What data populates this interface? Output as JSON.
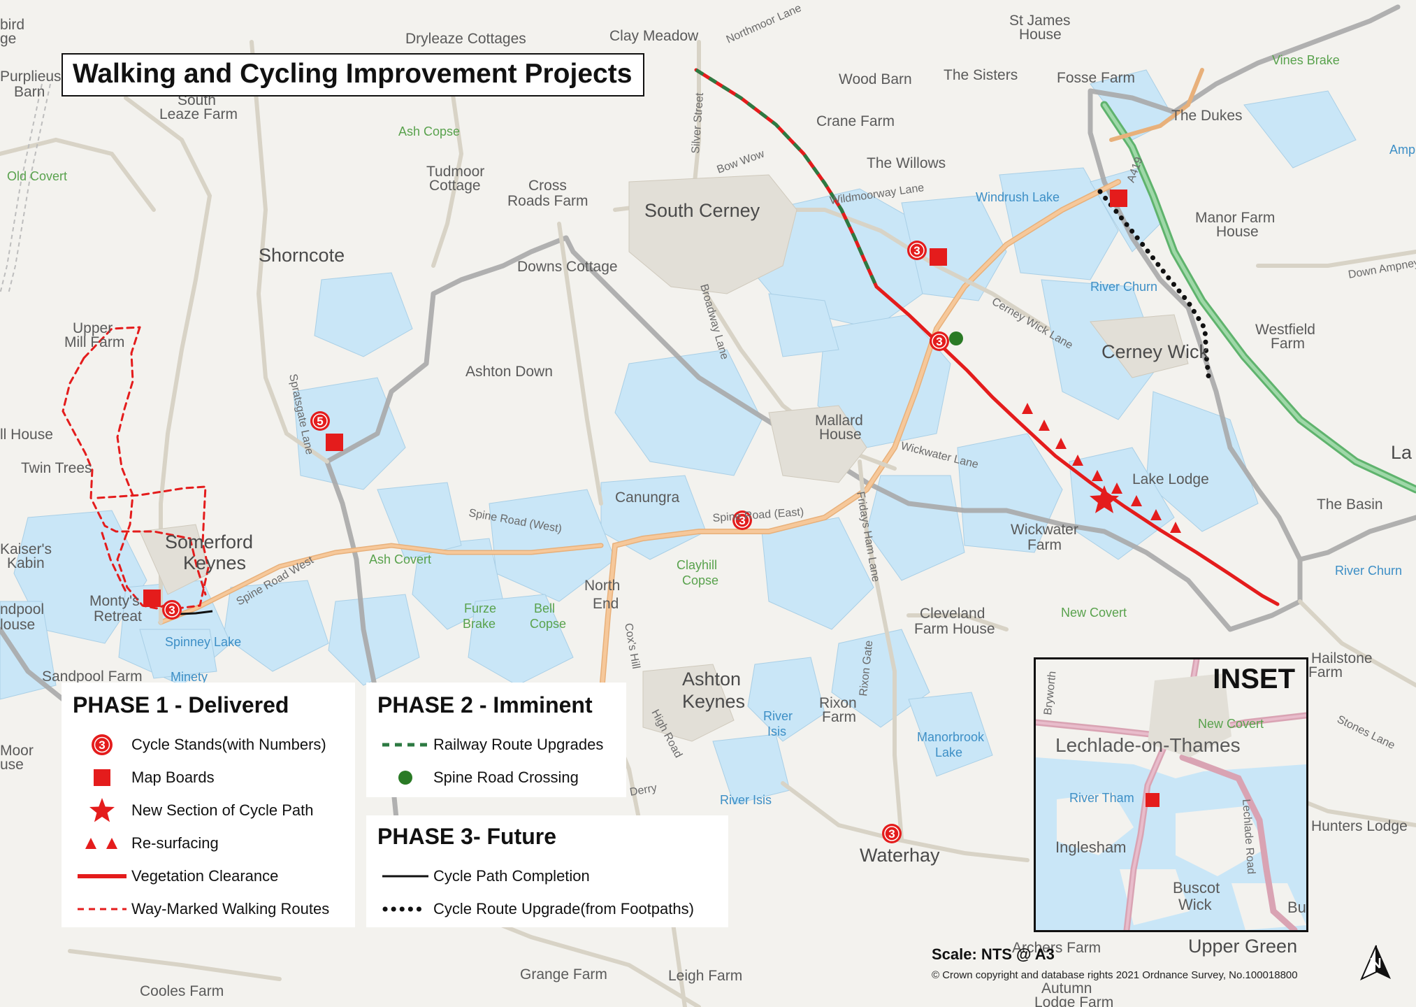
{
  "title": "Walking and Cycling Improvement Projects",
  "colors": {
    "route_red": "#e41c1c",
    "railway_green": "#2d7a42",
    "spine_crossing": "#2a7a25",
    "lake_blue": "#c9e6f7",
    "boundary_grey": "#a9a9a9",
    "main_road": "#f2a960",
    "a419_green": "#6cbe78"
  },
  "icons": {
    "cycle_stand": "numbered-red-circle",
    "map_board": "red-square",
    "new_path": "red-star",
    "resurfacing": "red-triangle",
    "spine_crossing": "green-dot",
    "north": "north-arrow"
  },
  "legend": {
    "phase1": {
      "heading": "PHASE 1 - Delivered",
      "items": [
        {
          "label": "Cycle Stands(with Numbers)",
          "symbol_number": "3"
        },
        {
          "label": "Map Boards"
        },
        {
          "label": "New Section of Cycle Path"
        },
        {
          "label": "Re-surfacing"
        },
        {
          "label": "Vegetation Clearance"
        },
        {
          "label": "Way-Marked Walking Routes"
        }
      ]
    },
    "phase2": {
      "heading": "PHASE 2 - Imminent",
      "items": [
        {
          "label": "Railway Route Upgrades"
        },
        {
          "label": "Spine Road Crossing"
        }
      ]
    },
    "phase3": {
      "heading": "PHASE 3- Future",
      "items": [
        {
          "label": "Cycle Path Completion"
        },
        {
          "label": "Cycle Route Upgrade(from Footpaths)"
        }
      ]
    }
  },
  "inset": {
    "title": "INSET",
    "labels": [
      "Lechlade-on-Thames",
      "New Covert",
      "River Tham",
      "Inglesham",
      "Buscot",
      "Wick",
      "Lechlade Road",
      "Bu",
      "Bryworth"
    ]
  },
  "scale": "Scale: NTS @ A3",
  "copyright": "© Crown copyright and database rights 2021 Ordnance Survey,  No.100018800",
  "cycle_stands": [
    "3",
    "3",
    "3",
    "5",
    "3",
    "3",
    "3"
  ],
  "places": {
    "towns": [
      "South Cerney",
      "Shorncote",
      "Somerford",
      "Keynes",
      "Cerney Wick",
      "Ashton",
      "Keynes",
      "Waterhay",
      "North",
      "End",
      "Canungra",
      "Mallard",
      "House",
      "Ashton Down",
      "Upper Green",
      "Cooles Farm"
    ],
    "places": [
      "Dryleaze Cottages",
      "Clay Meadow",
      "Purplieus",
      "Barn",
      "South",
      "Leaze Farm",
      "Tudmoor",
      "Cottage",
      "Cross",
      "Roads Farm",
      "Downs Cottage",
      "Wood Barn",
      "The Sisters",
      "St James",
      "House",
      "Fosse Farm",
      "Crane Farm",
      "The Willows",
      "The Dukes",
      "Manor Farm",
      "House",
      "Westfield",
      "Farm",
      "Upper",
      "Mill Farm",
      "Twin Trees",
      "Kaiser's",
      "Kabin",
      "Monty's",
      "Retreat",
      "Sandpool Farm",
      "Lake Lodge",
      "Wickwater",
      "Farm",
      "The Basin",
      "Cleveland",
      "Farm House",
      "Rixon",
      "Farm",
      "Hailstone",
      "Farm",
      "Hunters Lodge",
      "Grange Farm",
      "Leigh Farm",
      "Archers Farm",
      "Autumn",
      "Lodge Farm",
      "North",
      "ll House",
      "ndpool",
      "louse",
      "Moor",
      "use",
      "bird",
      "ge",
      "La"
    ],
    "water": [
      "Windrush Lake",
      "River Churn",
      "River Churn",
      "Spinney Lake",
      "River",
      "Isis",
      "River Isis",
      "Manorbrook",
      "Lake",
      "Minety",
      "Amp",
      "Vines Brake"
    ],
    "woods": [
      "Ash Copse",
      "Old Covert",
      "Ash Covert",
      "Furze",
      "Brake",
      "Bell",
      "Copse",
      "Clayhill",
      "Copse",
      "New Covert"
    ],
    "roads": [
      "Northmoor Lane",
      "Silver Street",
      "Bow Wow",
      "Wildmoorway Lane",
      "A419",
      "Cerney Wick Lane",
      "Broadway Lane",
      "Spine Road (West)",
      "Spine Road (East)",
      "Wickwater Lane",
      "Fridays Ham Lane",
      "Spratsgate Lane",
      "Spine Road West",
      "Cox's Hill",
      "High Road",
      "Rixon Gate",
      "Derry",
      "Down Ampney",
      "Stones Lane"
    ]
  }
}
